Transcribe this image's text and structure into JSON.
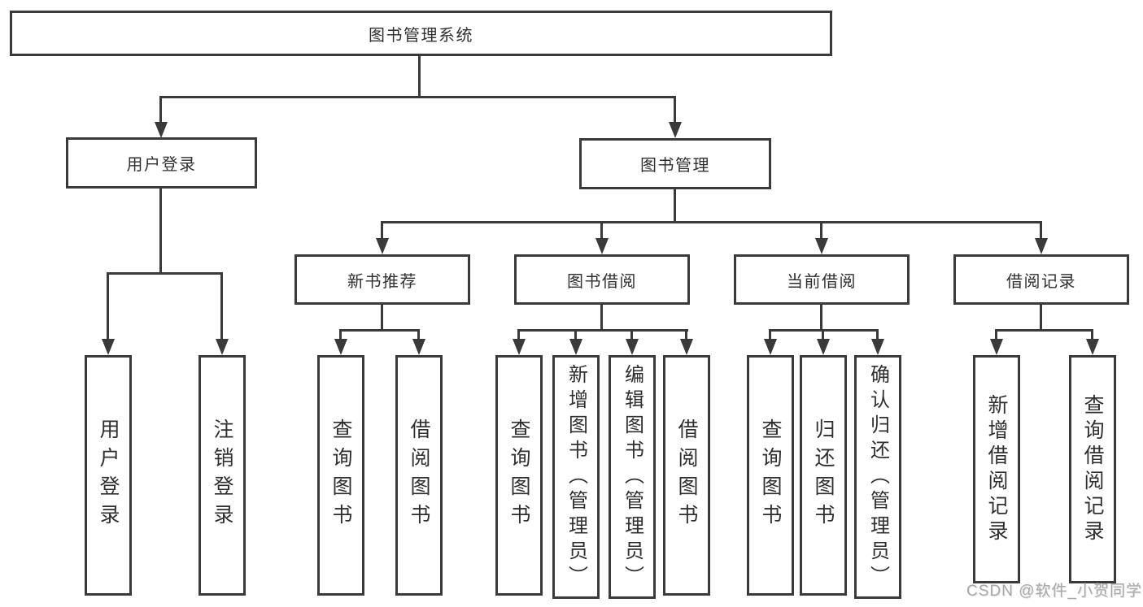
{
  "diagram": {
    "root": {
      "label": "图书管理系统"
    },
    "branches": [
      {
        "label": "用户登录",
        "leaves": [
          {
            "label": "用户登录"
          },
          {
            "label": "注销登录"
          }
        ]
      },
      {
        "label": "图书管理",
        "groups": [
          {
            "label": "新书推荐",
            "leaves": [
              {
                "label": "查询图书"
              },
              {
                "label": "借阅图书"
              }
            ]
          },
          {
            "label": "图书借阅",
            "leaves": [
              {
                "label": "查询图书"
              },
              {
                "label": "新增图书（管理员）"
              },
              {
                "label": "编辑图书（管理员）"
              },
              {
                "label": "借阅图书"
              }
            ]
          },
          {
            "label": "当前借阅",
            "leaves": [
              {
                "label": "查询图书"
              },
              {
                "label": "归还图书"
              },
              {
                "label": "确认归还（管理员）"
              }
            ]
          },
          {
            "label": "借阅记录",
            "leaves": [
              {
                "label": "新增借阅记录"
              },
              {
                "label": "查询借阅记录"
              }
            ]
          }
        ]
      }
    ]
  },
  "watermark": {
    "text": "CSDN @软件_小贺同学"
  },
  "colors": {
    "line": "#3a3a3a",
    "box_border": "#3a3a3a",
    "text": "#2f2f2f",
    "watermark": "#a9a9a9",
    "background": "#ffffff"
  }
}
